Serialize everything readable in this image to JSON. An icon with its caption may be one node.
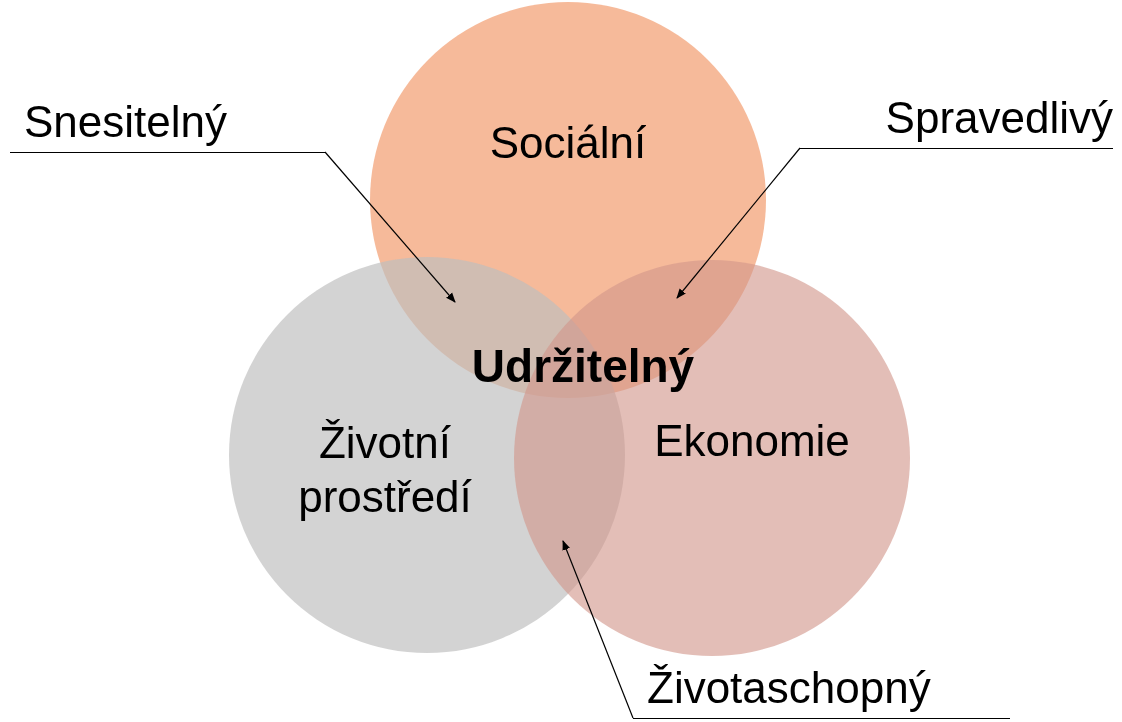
{
  "diagram": {
    "nodes": [
      {
        "text": [
          "Sociální"
        ]
      },
      {
        "text": [
          "Životní prostředí"
        ]
      },
      {
        "text": [
          "Ekonomie"
        ]
      },
      {
        "text": [
          "Snesitelný"
        ]
      },
      {
        "text": [
          "Spravedlivý"
        ]
      },
      {
        "text": [
          "Životaschopný"
        ]
      }
    ],
    "edges": [
      {
        "from": 3,
        "to": 0,
        "arrow": "to"
      },
      {
        "from": 4,
        "to": 0,
        "arrow": "to"
      },
      {
        "from": 5,
        "to": 1,
        "arrow": "to"
      }
    ],
    "labels": [
      "Udržitelný"
    ]
  }
}
